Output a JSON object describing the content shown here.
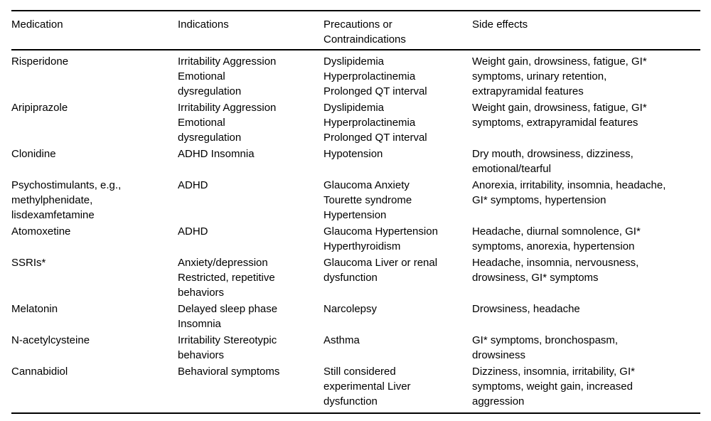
{
  "table": {
    "columns": [
      "Medication",
      "Indications",
      "Precautions or Contraindications",
      "Side effects"
    ],
    "rows": [
      {
        "medication": "Risperidone",
        "indications": "Irritability Aggression Emotional dysregulation",
        "precautions": "Dyslipidemia Hyperprolactinemia Prolonged QT interval",
        "side_effects": "Weight gain, drowsiness, fatigue, GI* symptoms, urinary retention, extrapyramidal features"
      },
      {
        "medication": "Aripiprazole",
        "indications": "Irritability Aggression Emotional dysregulation",
        "precautions": "Dyslipidemia Hyperprolactinemia Prolonged QT interval",
        "side_effects": "Weight gain, drowsiness, fatigue, GI* symptoms, extrapyramidal features"
      },
      {
        "medication": "Clonidine",
        "indications": "ADHD Insomnia",
        "precautions": "Hypotension",
        "side_effects": "Dry mouth, drowsiness, dizziness, emotional/tearful"
      },
      {
        "medication": "Psychostimulants, e.g., methylphenidate, lisdexamfetamine",
        "indications": "ADHD",
        "precautions": "Glaucoma Anxiety Tourette syndrome Hypertension",
        "side_effects": "Anorexia, irritability, insomnia, headache, GI* symptoms, hypertension"
      },
      {
        "medication": "Atomoxetine",
        "indications": "ADHD",
        "precautions": "Glaucoma Hypertension Hyperthyroidism",
        "side_effects": "Headache, diurnal somnolence, GI* symptoms, anorexia, hypertension"
      },
      {
        "medication": "SSRIs*",
        "indications": "Anxiety/depression Restricted, repetitive behaviors",
        "precautions": "Glaucoma Liver or renal dysfunction",
        "side_effects": "Headache, insomnia, nervousness, drowsiness, GI* symptoms"
      },
      {
        "medication": "Melatonin",
        "indications": "Delayed sleep phase Insomnia",
        "precautions": "Narcolepsy",
        "side_effects": "Drowsiness, headache"
      },
      {
        "medication": "N-acetylcysteine",
        "indications": "Irritability Stereotypic behaviors",
        "precautions": "Asthma",
        "side_effects": "GI* symptoms, bronchospasm, drowsiness"
      },
      {
        "medication": "Cannabidiol",
        "indications": "Behavioral symptoms",
        "precautions": "Still considered experimental Liver dysfunction",
        "side_effects": "Dizziness, insomnia, irritability, GI* symptoms, weight gain, increased aggression"
      }
    ]
  }
}
